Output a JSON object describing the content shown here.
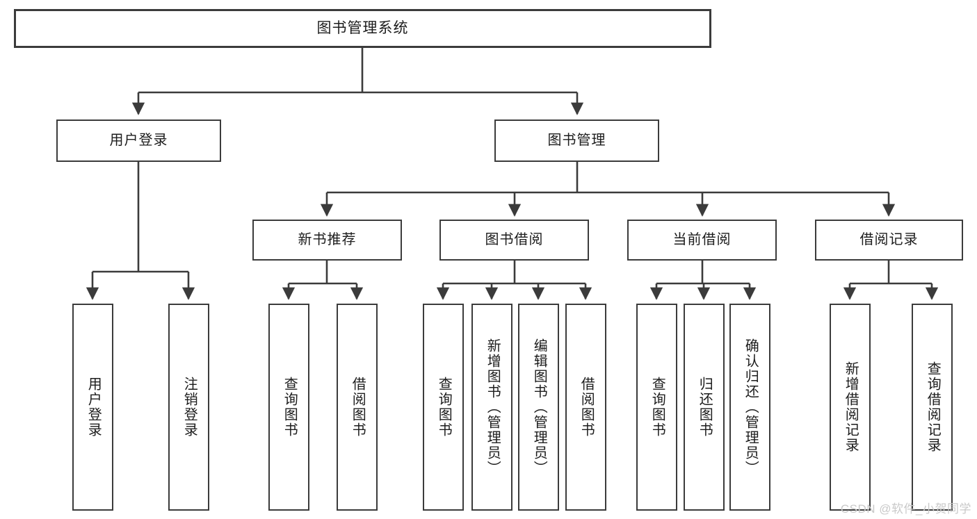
{
  "diagram": {
    "title": "图书管理系统",
    "root": {
      "label": "图书管理系统"
    },
    "level1": [
      {
        "label": "用户登录"
      },
      {
        "label": "图书管理"
      }
    ],
    "level2": [
      {
        "label": "新书推荐"
      },
      {
        "label": "图书借阅"
      },
      {
        "label": "当前借阅"
      },
      {
        "label": "借阅记录"
      }
    ],
    "leaves": {
      "user_login": [
        {
          "label": "用户登录"
        },
        {
          "label": "注销登录"
        }
      ],
      "new_book_rec": [
        {
          "label": "查询图书"
        },
        {
          "label": "借阅图书"
        }
      ],
      "book_borrow": [
        {
          "label": "查询图书"
        },
        {
          "label": "新增图书（管理员）"
        },
        {
          "label": "编辑图书（管理员）"
        },
        {
          "label": "借阅图书"
        }
      ],
      "current_borrow": [
        {
          "label": "查询图书"
        },
        {
          "label": "归还图书"
        },
        {
          "label": "确认归还（管理员）"
        }
      ],
      "borrow_record": [
        {
          "label": "新增借阅记录"
        },
        {
          "label": "查询借阅记录"
        }
      ]
    }
  },
  "watermark": {
    "text": "CSDN @软件_小贺同学"
  },
  "colors": {
    "border": "#3b3b3b",
    "text": "#1c1c1c",
    "background": "#ffffff",
    "watermark": "#c9c9c9"
  }
}
